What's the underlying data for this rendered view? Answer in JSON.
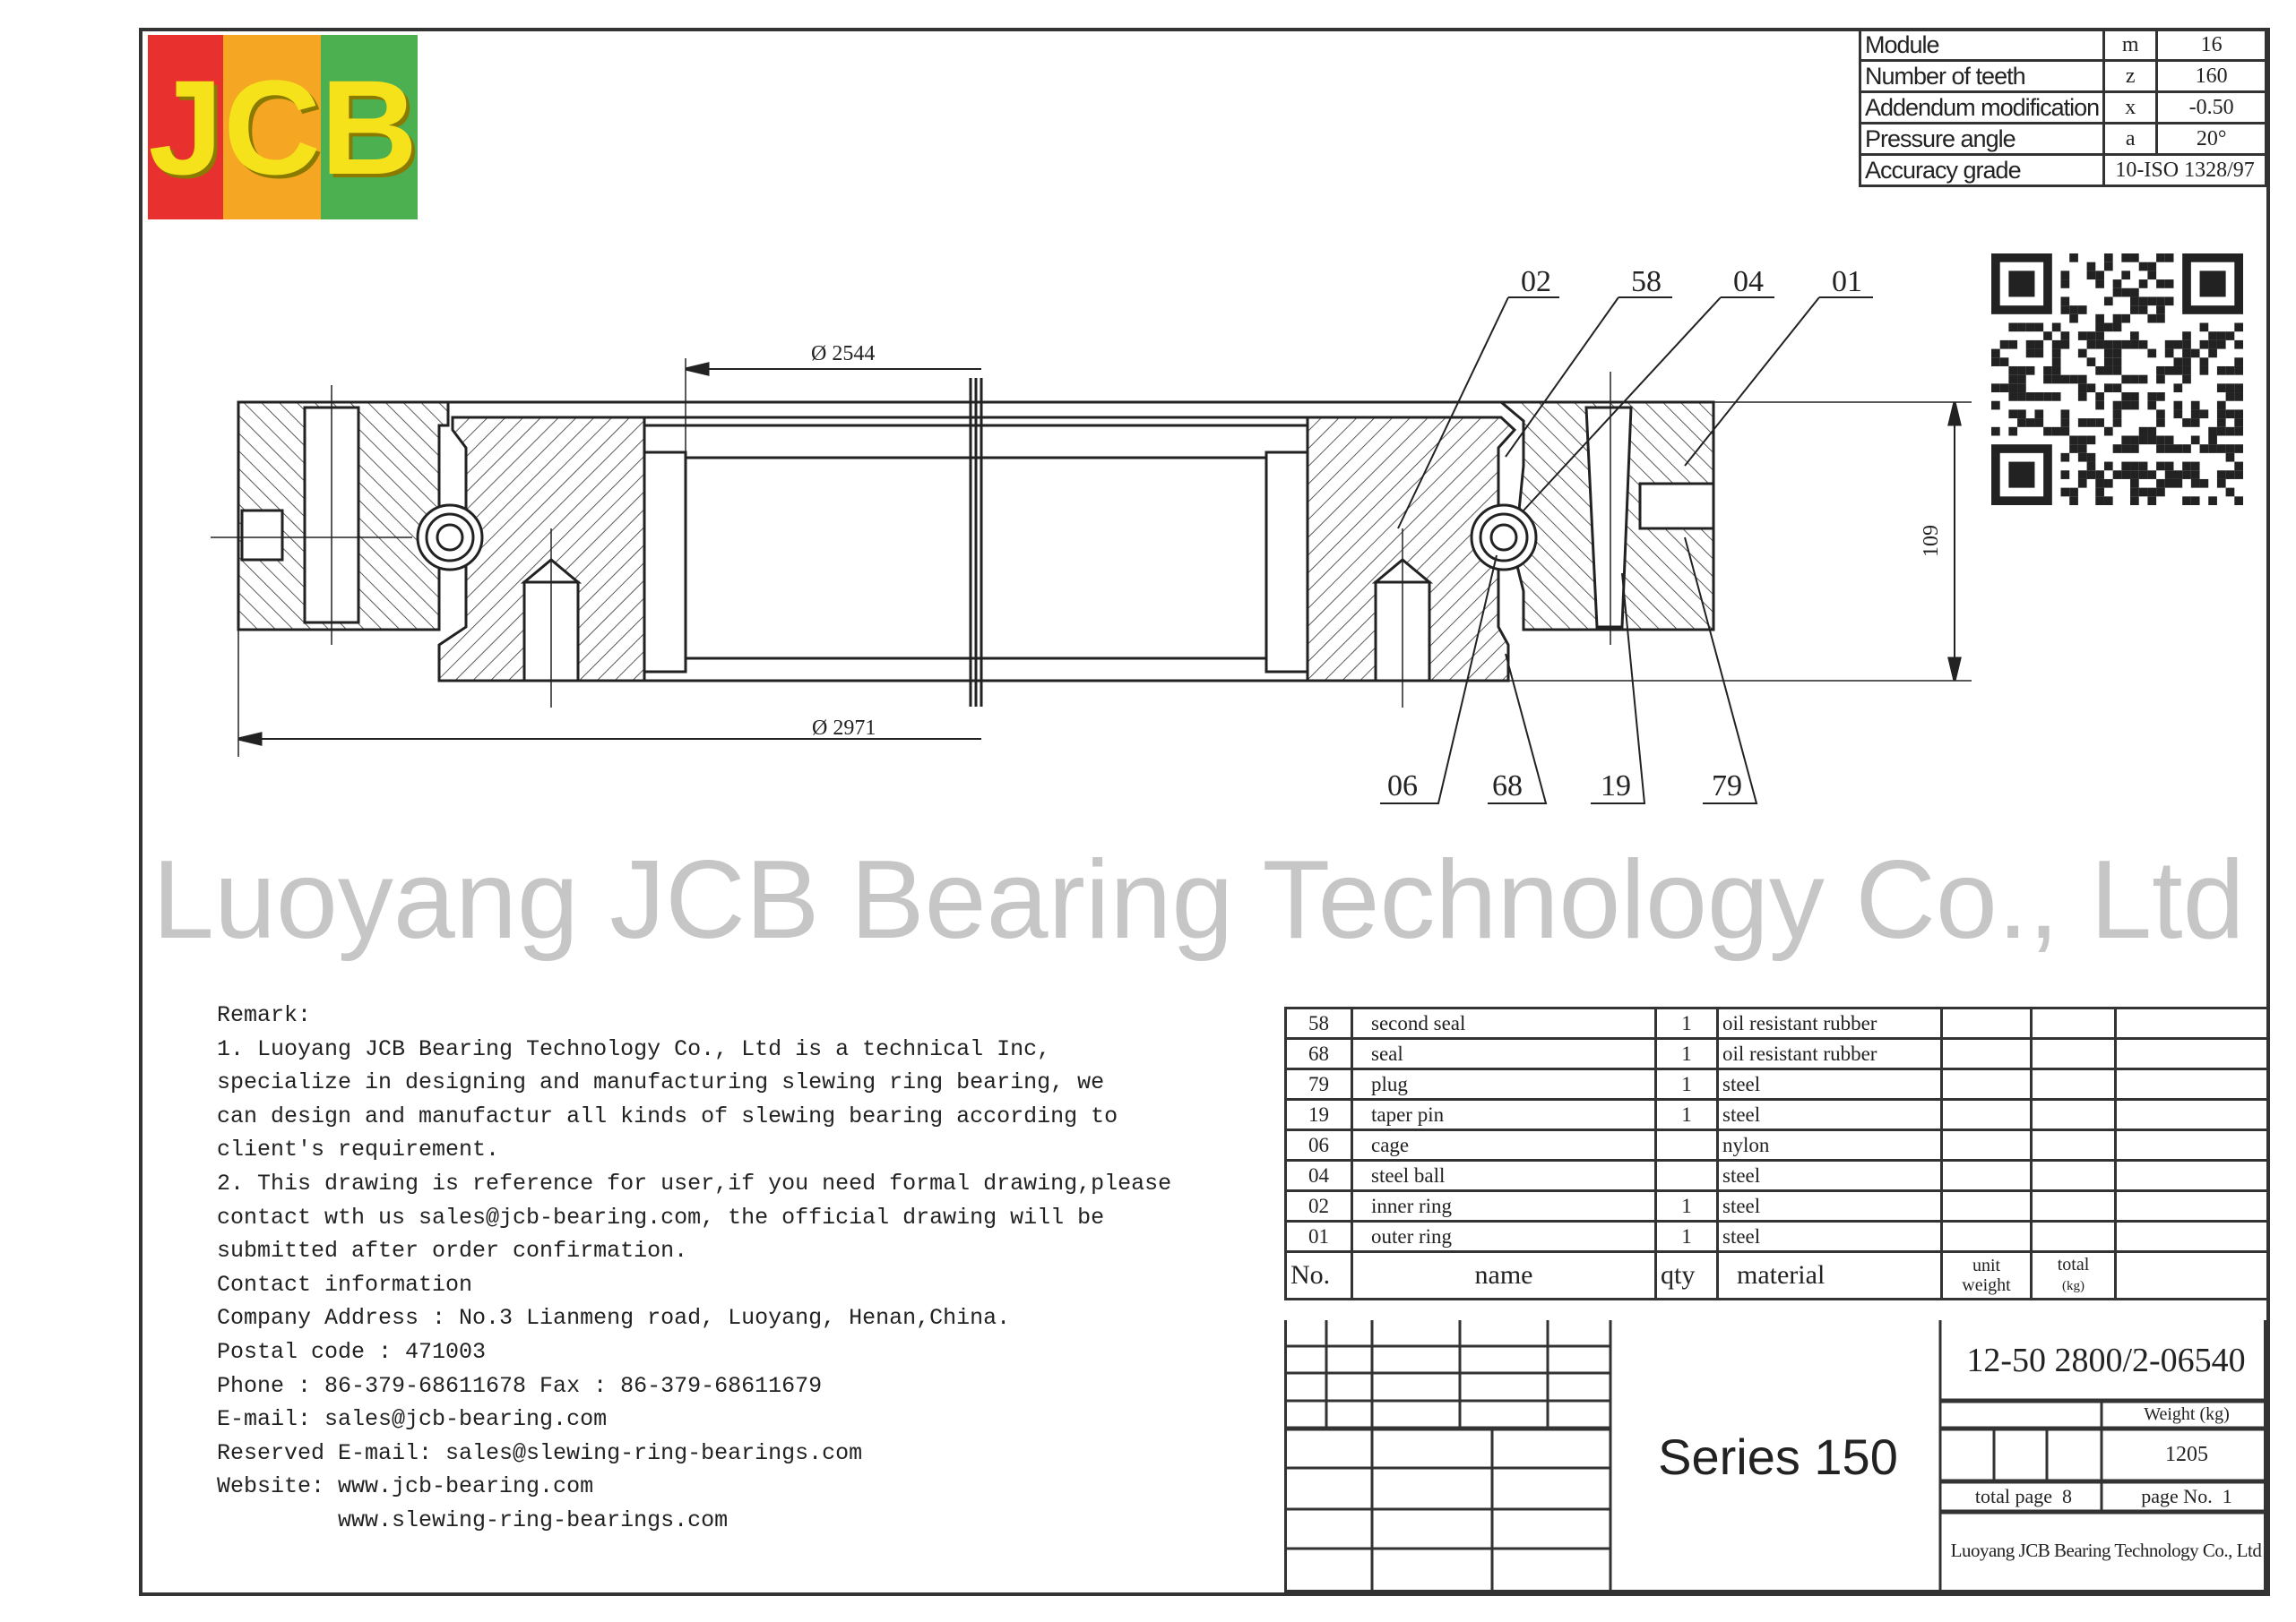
{
  "logo": {
    "letters": [
      "J",
      "C",
      "B"
    ],
    "colors": [
      "#e8312f",
      "#f5a623",
      "#4caf50"
    ]
  },
  "params": {
    "rows": [
      {
        "label": "Module",
        "symbol": "m",
        "value": "16"
      },
      {
        "label": "Number of teeth",
        "symbol": "z",
        "value": "160"
      },
      {
        "label": "Addendum modification",
        "symbol": "x",
        "value": "-0.50"
      },
      {
        "label": "Pressure angle",
        "symbol": "a",
        "value": "20°"
      }
    ],
    "accuracy": {
      "label": "Accuracy grade",
      "value": "10-ISO 1328/97"
    }
  },
  "drawing": {
    "dim_inner": "Ø 2544",
    "dim_outer": "Ø 2971",
    "dim_height": "109",
    "callouts_top": [
      "02",
      "58",
      "04",
      "01"
    ],
    "callouts_bottom": [
      "06",
      "68",
      "19",
      "79"
    ]
  },
  "watermark": "Luoyang JCB Bearing Technology Co., Ltd",
  "remarks": [
    "Remark:",
    "1. Luoyang JCB Bearing Technology Co., Ltd is a technical Inc,",
    "specialize in designing and manufacturing slewing ring bearing, we",
    "can design and manufactur all kinds of slewing bearing according to",
    "client's requirement.",
    "2. This drawing is reference for user,if you need formal drawing,please",
    "contact wth us sales@jcb-bearing.com, the official drawing will be",
    "submitted after order confirmation.",
    "Contact information",
    "Company Address : No.3 Lianmeng road, Luoyang, Henan,China.",
    "Postal code : 471003",
    "Phone : 86-379-68611678 Fax : 86-379-68611679",
    "E-mail: sales@jcb-bearing.com",
    "Reserved E-mail: sales@slewing-ring-bearings.com",
    "Website: www.jcb-bearing.com",
    "         www.slewing-ring-bearings.com"
  ],
  "parts": {
    "rows": [
      {
        "no": "58",
        "name": "second seal",
        "qty": "1",
        "material": "oil resistant rubber"
      },
      {
        "no": "68",
        "name": "seal",
        "qty": "1",
        "material": "oil resistant rubber"
      },
      {
        "no": "79",
        "name": "plug",
        "qty": "1",
        "material": "steel"
      },
      {
        "no": "19",
        "name": "taper pin",
        "qty": "1",
        "material": "steel"
      },
      {
        "no": "06",
        "name": "cage",
        "qty": "",
        "material": "nylon"
      },
      {
        "no": "04",
        "name": "steel ball",
        "qty": "",
        "material": "steel"
      },
      {
        "no": "02",
        "name": "inner ring",
        "qty": "1",
        "material": "steel"
      },
      {
        "no": "01",
        "name": "outer ring",
        "qty": "1",
        "material": "steel"
      }
    ],
    "header": {
      "no": "No.",
      "name": "name",
      "qty": "qty",
      "material": "material",
      "unit": "unit",
      "total": "total",
      "weight": "weight",
      "kg": "(kg)"
    }
  },
  "title_block": {
    "series": "Series 150",
    "drawing_no": "12-50 2800/2-06540",
    "weight_label": "Weight (kg)",
    "weight": "1205",
    "total_page": "total page  8",
    "page_no": "page No.  1",
    "company": "Luoyang JCB Bearing Technology Co., Ltd"
  }
}
